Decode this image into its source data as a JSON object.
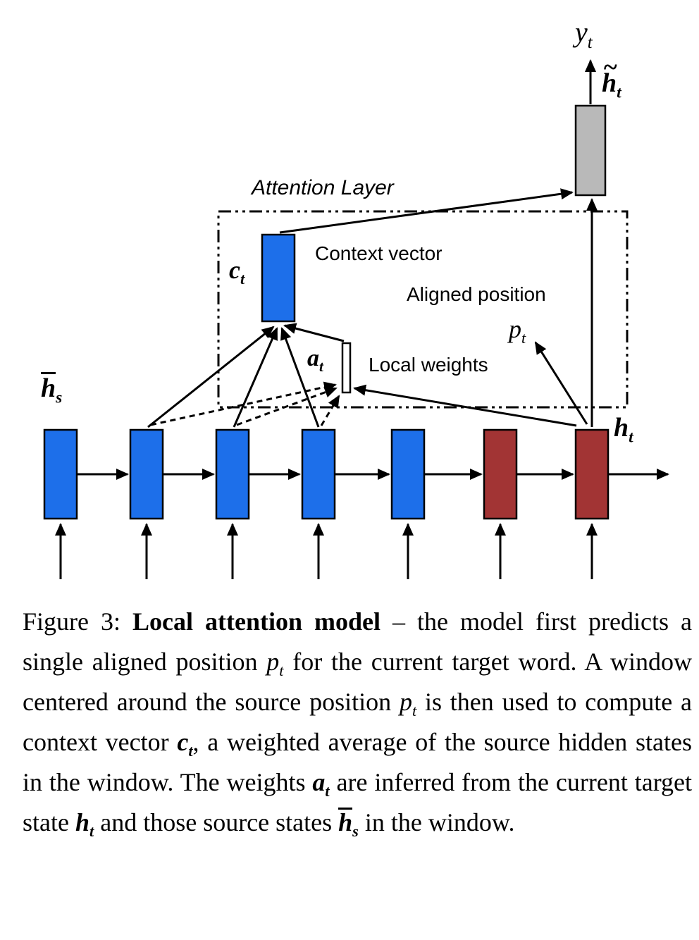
{
  "diagram": {
    "attention_layer_label": "Attention Layer",
    "context_vector_label": "Context vector",
    "aligned_position_label": "Aligned position",
    "local_weights_label": "Local weights",
    "math": {
      "y_t": {
        "var": "y",
        "sub": "t"
      },
      "h_tilde_t": {
        "accent": "~",
        "var": "h",
        "sub": "t"
      },
      "c_t": {
        "var": "c",
        "sub": "t"
      },
      "p_t": {
        "var": "p",
        "sub": "t"
      },
      "a_t": {
        "var": "a",
        "sub": "t"
      },
      "h_bar_s": {
        "var": "h",
        "sub": "s"
      },
      "h_t": {
        "var": "h",
        "sub": "t"
      }
    },
    "colors": {
      "source_state_blue": "#1d6fea",
      "target_state_red": "#a23434",
      "attention_hidden_gray": "#b9b9b9",
      "weights_bar_white": "#ffffff",
      "line_black": "#000000"
    }
  },
  "caption": {
    "figure_label": "Figure 3: ",
    "title": "Local attention model",
    "seg1": " – the model first predicts a single aligned position ",
    "m1": {
      "var": "p",
      "sub": "t"
    },
    "seg2": " for the current target word.  A window centered around the source position ",
    "m2": {
      "var": "p",
      "sub": "t"
    },
    "seg3": " is then used to compute a context vector ",
    "m3": {
      "var": "c",
      "sub": "t"
    },
    "seg4": ", a weighted average of the source hidden states in the window.  The weights ",
    "m4": {
      "var": "a",
      "sub": "t"
    },
    "seg5": " are inferred from the current target state ",
    "m5": {
      "var": "h",
      "sub": "t"
    },
    "seg6": " and those source states ",
    "m6": {
      "var": "h",
      "sub": "s"
    },
    "seg7": " in the window."
  }
}
